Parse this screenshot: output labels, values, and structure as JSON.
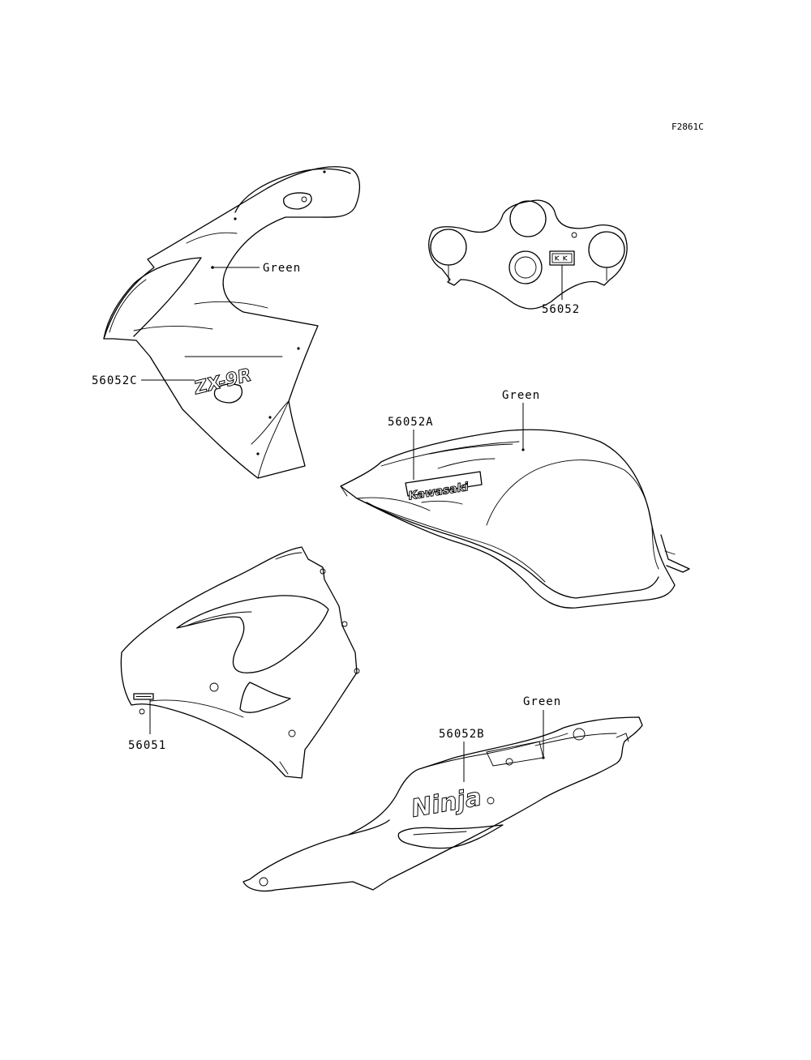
{
  "diagram": {
    "code": "F2861C",
    "callouts": {
      "upper_cowl_color": "Green",
      "upper_cowl_decal": "56052C",
      "top_bracket_emblem": "56052",
      "tank_color": "Green",
      "tank_decal": "56052A",
      "lower_cowl_decal": "56051",
      "seat_cowl_color": "Green",
      "seat_cowl_decal": "56052B"
    },
    "decal_art": {
      "zx9r": "ZX-9R",
      "kawasaki": "Kawasaki",
      "ninja": "Ninja"
    }
  }
}
